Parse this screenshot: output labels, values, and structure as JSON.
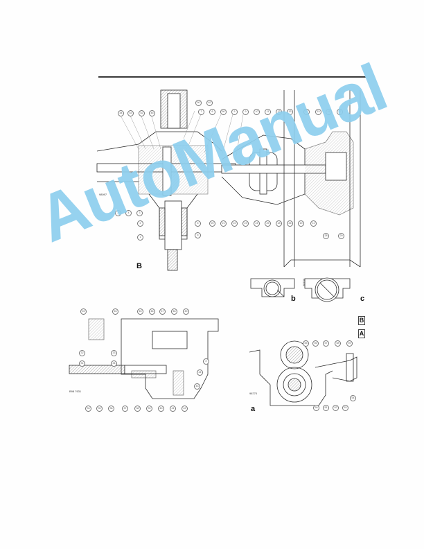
{
  "page": {
    "background": "#fefefe",
    "line_color": "#2a2a2a",
    "hatch_color": "#555555"
  },
  "figures": {
    "main_label": "B",
    "inset_b_label": "b",
    "inset_c_label": "c",
    "lower_right_label": "a",
    "ab_indicator": {
      "top": "B",
      "bottom": "A"
    },
    "ref_codes": {
      "main_left": "98097",
      "lower_left": "B98 7631",
      "inset_c": "98700",
      "lower_right": "98770"
    }
  },
  "callouts": {
    "main_top": [
      "44",
      "53",
      "52",
      "45",
      "50",
      "62",
      "7",
      "6",
      "60",
      "5",
      "9",
      "10",
      "11",
      "12",
      "13",
      "14",
      "15",
      "16",
      "17"
    ],
    "main_bottom": [
      "X",
      "4",
      "3",
      "2",
      "1",
      "5",
      "6",
      "20",
      "21",
      "22",
      "23",
      "24",
      "25",
      "18",
      "26",
      "19",
      "11"
    ],
    "main_right_lower": [
      "28",
      "29"
    ],
    "lower_left_top": [
      "45",
      "46",
      "45",
      "46",
      "47",
      "48",
      "49"
    ],
    "lower_left_side": [
      "32",
      "31",
      "34",
      "33",
      "X",
      "43",
      "44"
    ],
    "lower_left_bottom": [
      "33",
      "35",
      "36",
      "37",
      "38",
      "39",
      "40",
      "41",
      "42",
      "43"
    ],
    "lower_right_top": [
      "55",
      "56",
      "57",
      "58",
      "59"
    ],
    "lower_right_bottom": [
      "50",
      "51",
      "52",
      "53",
      "54"
    ]
  },
  "watermark": {
    "text": "AutoManual",
    "color": "#8ecfee"
  }
}
